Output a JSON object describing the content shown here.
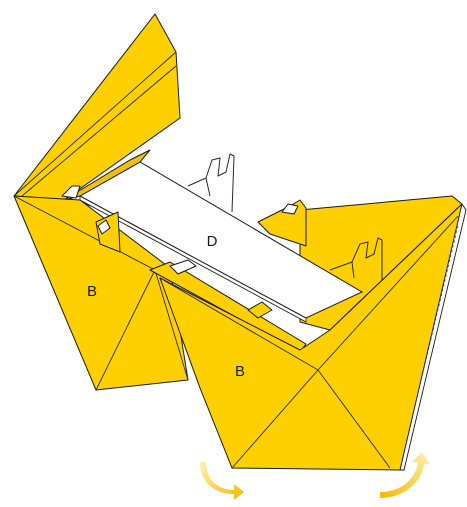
{
  "labels": {
    "left_panel": "B",
    "right_panel": "B",
    "center_board": "D"
  },
  "colors": {
    "panel_yellow": "#FFD000",
    "panel_yellow_shade": "#F2C100",
    "board_white": "#FFFFFF",
    "outline": "#1A1A1A",
    "arrow_gradient_light": "#FFF1B0",
    "arrow_gradient_dark": "#F5B800"
  },
  "icons": [
    "curved-arrow-left-icon",
    "curved-arrow-right-icon"
  ]
}
